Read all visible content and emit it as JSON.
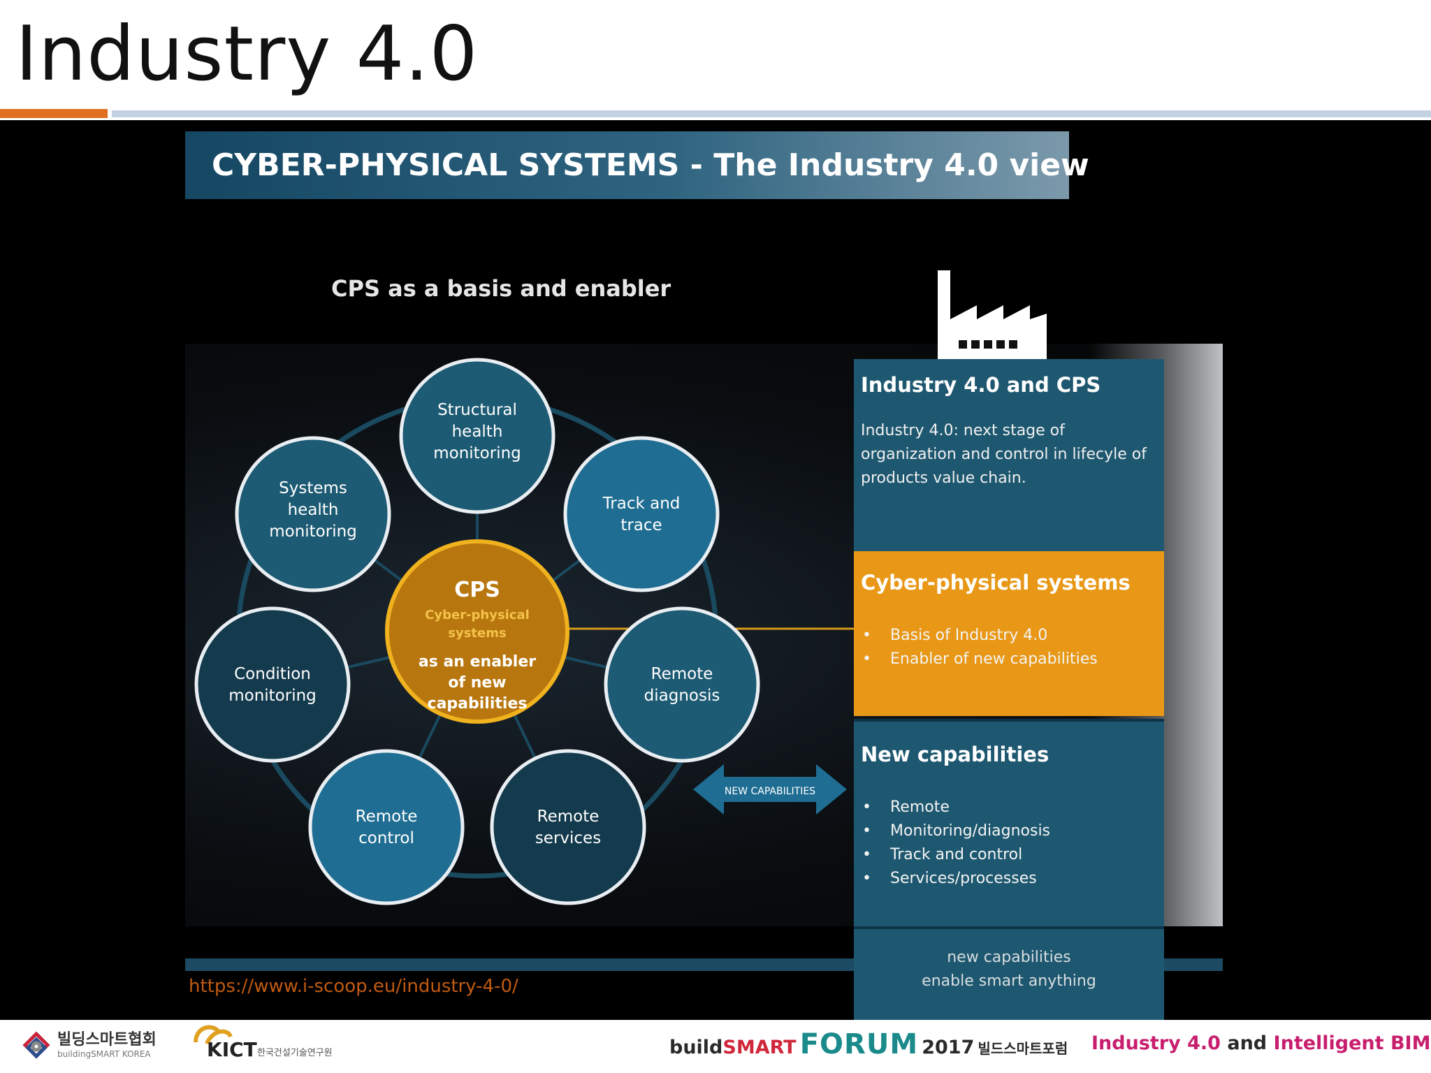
{
  "slide": {
    "title": "Industry 4.0"
  },
  "video": {
    "header": "CYBER-PHYSICAL SYSTEMS - The Industry 4.0 view",
    "subtitle": "CPS as a basis and enabler",
    "center": {
      "title": "CPS",
      "subtitle_lines": [
        "Cyber-physical",
        "systems"
      ],
      "body_lines": [
        "as an enabler",
        "of new",
        "capabilities"
      ]
    },
    "nodes": [
      {
        "id": "structural-health",
        "lines": [
          "Structural",
          "health",
          "monitoring"
        ]
      },
      {
        "id": "track-trace",
        "lines": [
          "Track and",
          "trace"
        ]
      },
      {
        "id": "remote-diagnosis",
        "lines": [
          "Remote",
          "diagnosis"
        ]
      },
      {
        "id": "remote-services",
        "lines": [
          "Remote",
          "services"
        ]
      },
      {
        "id": "remote-control",
        "lines": [
          "Remote",
          "control"
        ]
      },
      {
        "id": "condition-monitoring",
        "lines": [
          "Condition",
          "monitoring"
        ]
      },
      {
        "id": "systems-health",
        "lines": [
          "Systems",
          "health",
          "monitoring"
        ]
      }
    ],
    "arrow_label": "NEW CAPABILITIES",
    "box_industry": {
      "heading": "Industry 4.0 and CPS",
      "text": "Industry 4.0: next stage of organization and control in lifecyle of products value chain."
    },
    "box_cps": {
      "heading": "Cyber-physical systems",
      "bullets": [
        "Basis of Industry 4.0",
        "Enabler of new capabilities"
      ]
    },
    "box_new": {
      "heading": "New capabilities",
      "bullets": [
        "Remote",
        "Monitoring/diagnosis",
        "Track and control",
        "Services/processes"
      ]
    },
    "box_bottom": {
      "lines": [
        "new capabilities",
        "enable smart anything"
      ]
    },
    "source_url": "https://www.i-scoop.eu/industry-4-0/"
  },
  "footer": {
    "logo1_ko": "빌딩스마트협회",
    "logo1_en": "buildingSMART KOREA",
    "logo2": "KICT",
    "logo2_sub": "한국건설기술연구원",
    "forum_build": "build",
    "forum_smart": "SMART",
    "forum_word": "FORUM",
    "forum_year": "2017",
    "forum_ko": "빌드스마트포럼",
    "tagline_a": "Industry 4.0",
    "tagline_and": "and",
    "tagline_b": "Intelligent BIM"
  },
  "colors": {
    "orange_rule": "#e07020",
    "blue_rule": "#c3d1e3",
    "node_dark": "#143a4d",
    "node_mid": "#1d5a73",
    "node_bright": "#1f6d92",
    "cps_gold": "#b8760f",
    "cps_box": "#e89816",
    "teal_box": "#1e5870"
  }
}
